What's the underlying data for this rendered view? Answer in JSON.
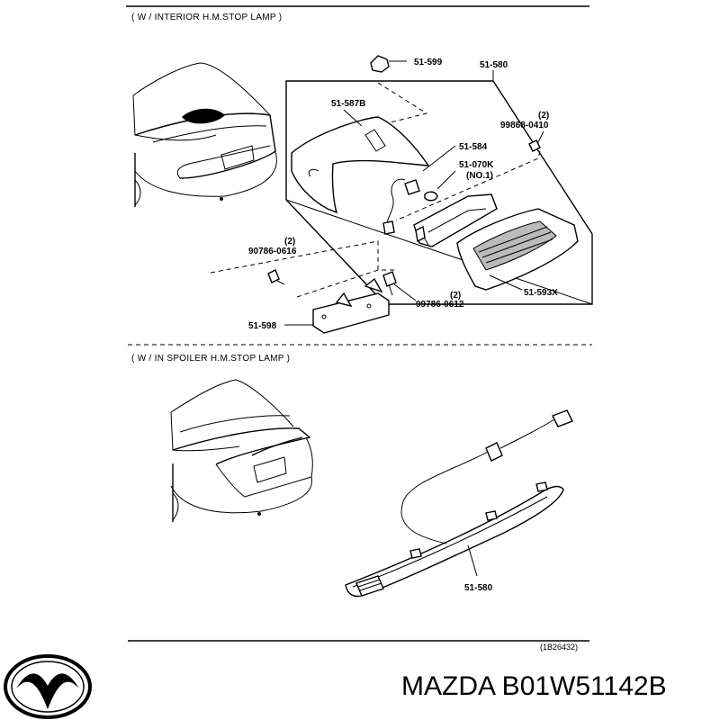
{
  "header_interior": "( W / INTERIOR H.M.STOP LAMP )",
  "header_spoiler": "( W / IN  SPOILER H.M.STOP LAMP )",
  "callouts": {
    "p51599": "51-599",
    "p51580_top": "51-580",
    "p51587b": "51-587B",
    "qty_99868": "(2)",
    "p99868": "99868-0410",
    "p51584": "51-584",
    "p51070k": "51-070K",
    "no1": "(NO.1)",
    "qty_90786": "(2)",
    "p90786": "90786-0616",
    "qty_99786": "(2)",
    "p99786": "99786-0612",
    "p51598": "51-598",
    "p51593x": "51-593X",
    "p51580_bottom": "51-580"
  },
  "figure_ref": "(1B26432)",
  "brand_caption": "MAZDA B01W51142B",
  "logo_icon": "mazda-logo-icon"
}
